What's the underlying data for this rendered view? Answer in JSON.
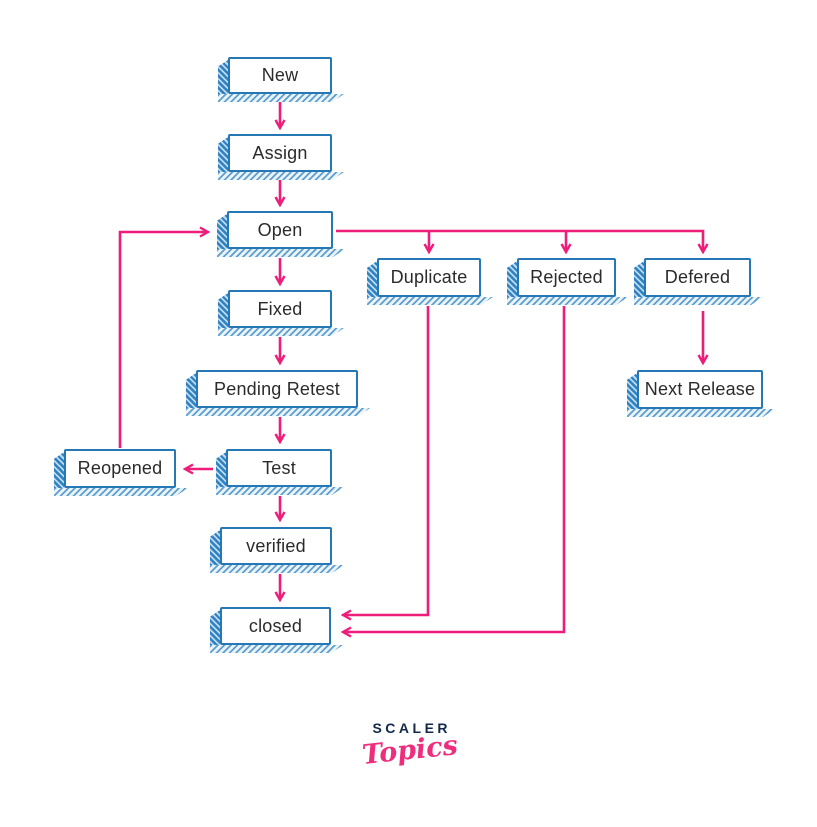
{
  "diagram": {
    "nodes": {
      "new": {
        "label": "New"
      },
      "assign": {
        "label": "Assign"
      },
      "open": {
        "label": "Open"
      },
      "fixed": {
        "label": "Fixed"
      },
      "pending_retest": {
        "label": "Pending Retest"
      },
      "test": {
        "label": "Test"
      },
      "reopened": {
        "label": "Reopened"
      },
      "verified": {
        "label": "verified"
      },
      "closed": {
        "label": "closed"
      },
      "duplicate": {
        "label": "Duplicate"
      },
      "rejected": {
        "label": "Rejected"
      },
      "defered": {
        "label": "Defered"
      },
      "next_release": {
        "label": "Next Release"
      }
    },
    "edges": [
      {
        "from": "New",
        "to": "Assign"
      },
      {
        "from": "Assign",
        "to": "Open"
      },
      {
        "from": "Open",
        "to": "Fixed"
      },
      {
        "from": "Open",
        "to": "Duplicate"
      },
      {
        "from": "Open",
        "to": "Rejected"
      },
      {
        "from": "Open",
        "to": "Defered"
      },
      {
        "from": "Fixed",
        "to": "Pending Retest"
      },
      {
        "from": "Pending Retest",
        "to": "Test"
      },
      {
        "from": "Test",
        "to": "Reopened"
      },
      {
        "from": "Test",
        "to": "verified"
      },
      {
        "from": "Reopened",
        "to": "Open"
      },
      {
        "from": "verified",
        "to": "closed"
      },
      {
        "from": "Duplicate",
        "to": "closed"
      },
      {
        "from": "Rejected",
        "to": "closed"
      },
      {
        "from": "Defered",
        "to": "Next Release"
      }
    ],
    "colors": {
      "box_border": "#2577b5",
      "box_fill": "#ffffff",
      "arrow": "#ee1d7a",
      "text": "#2b2b2b",
      "logo_navy": "#13294b",
      "logo_pink": "#ee2d7c"
    }
  },
  "logo": {
    "brand": "SCALER",
    "sub": "Topics"
  }
}
